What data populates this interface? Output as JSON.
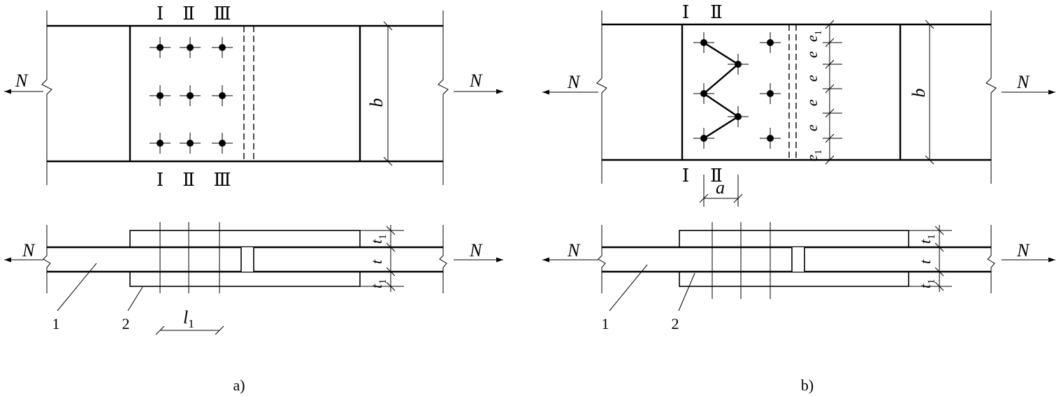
{
  "figure_a": {
    "caption": "a)",
    "force_left": "N",
    "force_right": "N",
    "width_label": "b",
    "section_top": [
      "Ⅰ",
      "Ⅱ",
      "Ⅲ"
    ],
    "section_bottom": [
      "Ⅰ",
      "Ⅱ",
      "Ⅲ"
    ],
    "length_label": "l",
    "length_sub": "1",
    "plate_thickness": "t",
    "cover_thickness": "t",
    "cover_thickness_sub": "1",
    "part_main_plate": "1",
    "part_cover_plate": "2"
  },
  "figure_b": {
    "caption": "b)",
    "force_left": "N",
    "force_right": "N",
    "width_label": "b",
    "section_top": [
      "Ⅰ",
      "Ⅱ"
    ],
    "section_bottom": [
      "Ⅰ",
      "Ⅱ"
    ],
    "pitch_label": "a",
    "spacing_label": "e",
    "edge_label": "e",
    "edge_sub": "1",
    "plate_thickness": "t",
    "cover_thickness": "t",
    "cover_thickness_sub": "1",
    "part_main_plate": "1",
    "part_cover_plate": "2"
  }
}
